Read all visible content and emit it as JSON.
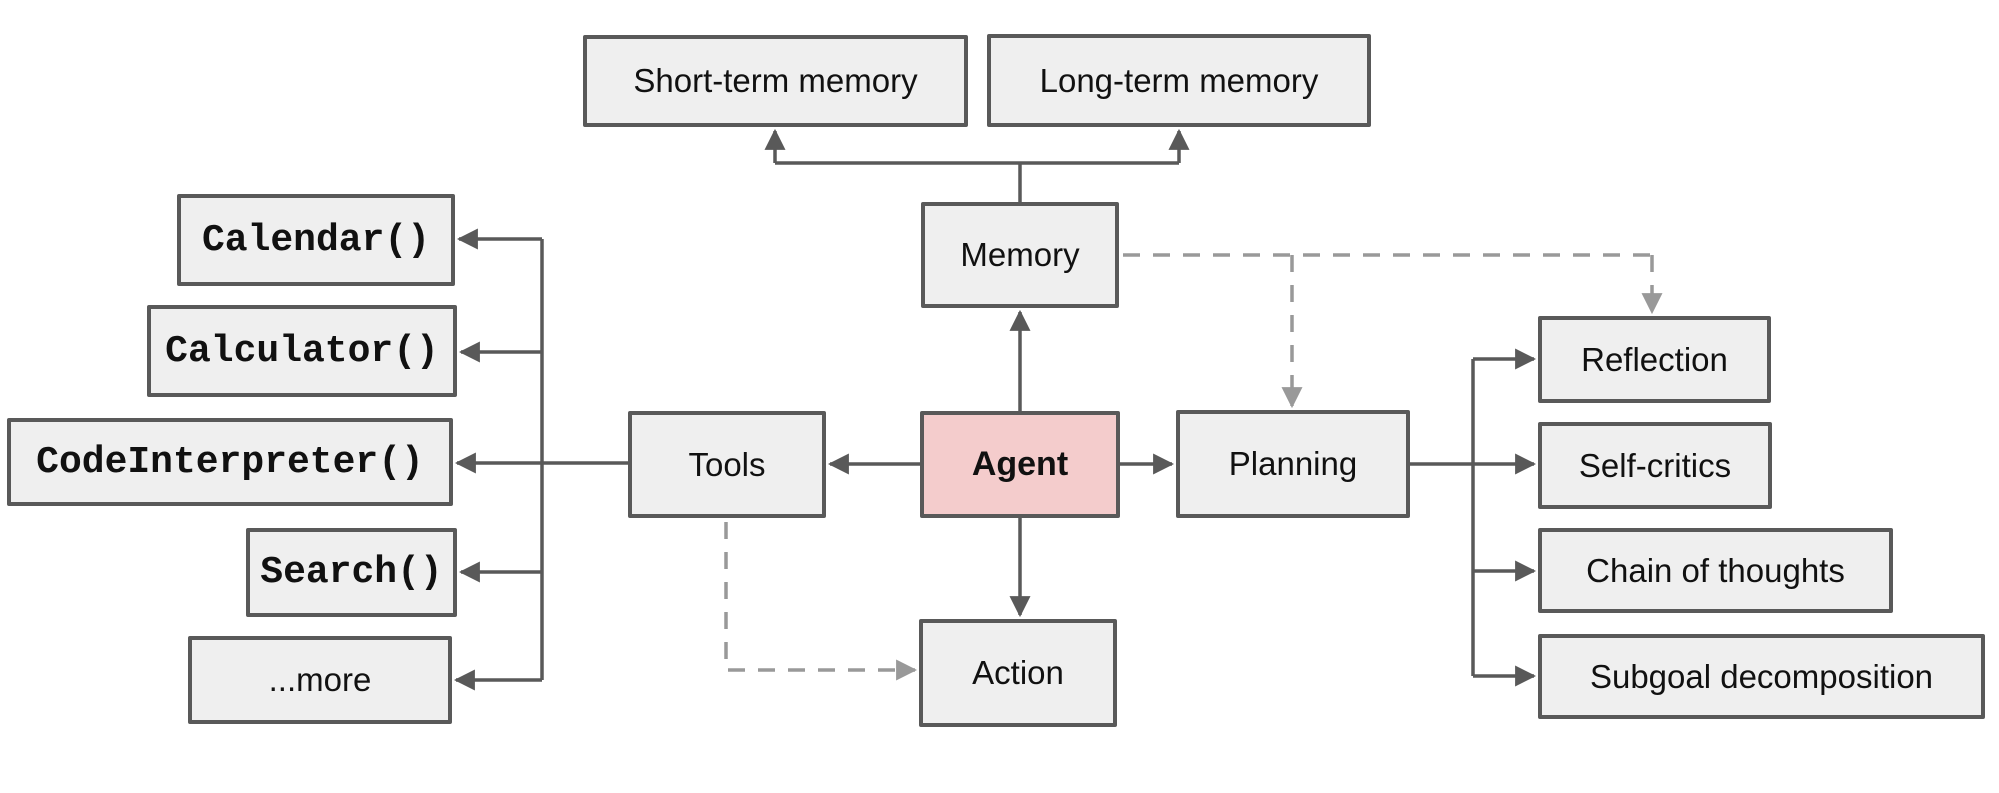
{
  "diagram": {
    "background": "#ffffff",
    "colors": {
      "box_fill": "#efefef",
      "box_border": "#595959",
      "agent_fill": "#f4cccc",
      "solid_connector": "#595959",
      "dashed_connector": "#999999",
      "text": "#111111"
    },
    "nodes": {
      "agent": {
        "label": "Agent"
      },
      "memory": {
        "label": "Memory"
      },
      "tools": {
        "label": "Tools"
      },
      "planning": {
        "label": "Planning"
      },
      "action": {
        "label": "Action"
      },
      "short_term_memory": {
        "label": "Short-term memory"
      },
      "long_term_memory": {
        "label": "Long-term memory"
      }
    },
    "tool_items": [
      "Calendar()",
      "Calculator()",
      "CodeInterpreter()",
      "Search()",
      "...more"
    ],
    "planning_items": [
      "Reflection",
      "Self-critics",
      "Chain of thoughts",
      "Subgoal decomposition"
    ],
    "edges": {
      "solid": [
        "Agent → Memory",
        "Agent → Tools",
        "Agent → Planning",
        "Agent → Action",
        "Memory → Short-term memory",
        "Memory → Long-term memory",
        "Tools → Calendar()",
        "Tools → Calculator()",
        "Tools → CodeInterpreter()",
        "Tools → Search()",
        "Tools → ...more",
        "Planning → Reflection",
        "Planning → Self-critics",
        "Planning → Chain of thoughts",
        "Planning → Subgoal decomposition"
      ],
      "dashed": [
        "Memory ⇢ Planning",
        "Memory ⇢ Reflection",
        "Tools ⇢ Action"
      ]
    }
  }
}
